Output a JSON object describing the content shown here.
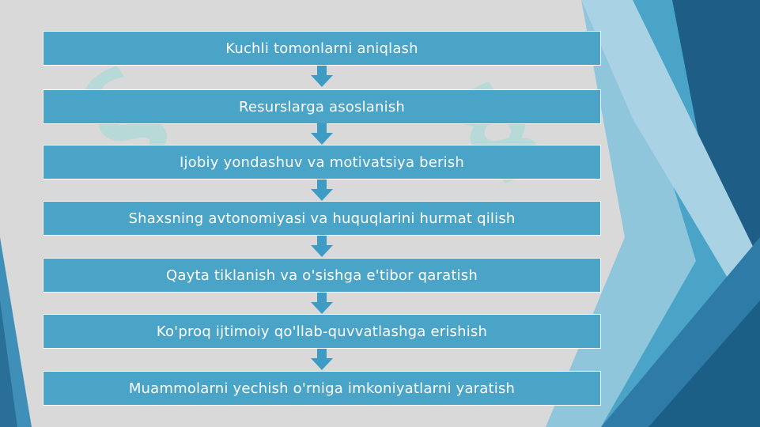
{
  "colors": {
    "background": "#d9d9d9",
    "box_fill": "#4aa4c8",
    "box_text": "#ffffff",
    "arrow": "#3d9bc4",
    "accent_dark": "#1b5f86"
  },
  "flow": {
    "steps": [
      "Kuchli tomonlarni aniqlash",
      "Resurslarga asoslanish",
      "Ijobiy yondashuv va motivatsiya berish",
      "Shaxsning avtonomiyasi va huquqlarini hurmat qilish",
      "Qayta tiklanish va o'sishga e'tibor qaratish",
      "Ko'proq ijtimoiy qo'llab-quvvatlashga erishish",
      "Muammolarni yechish o'rniga imkoniyatlarni yaratish"
    ]
  }
}
